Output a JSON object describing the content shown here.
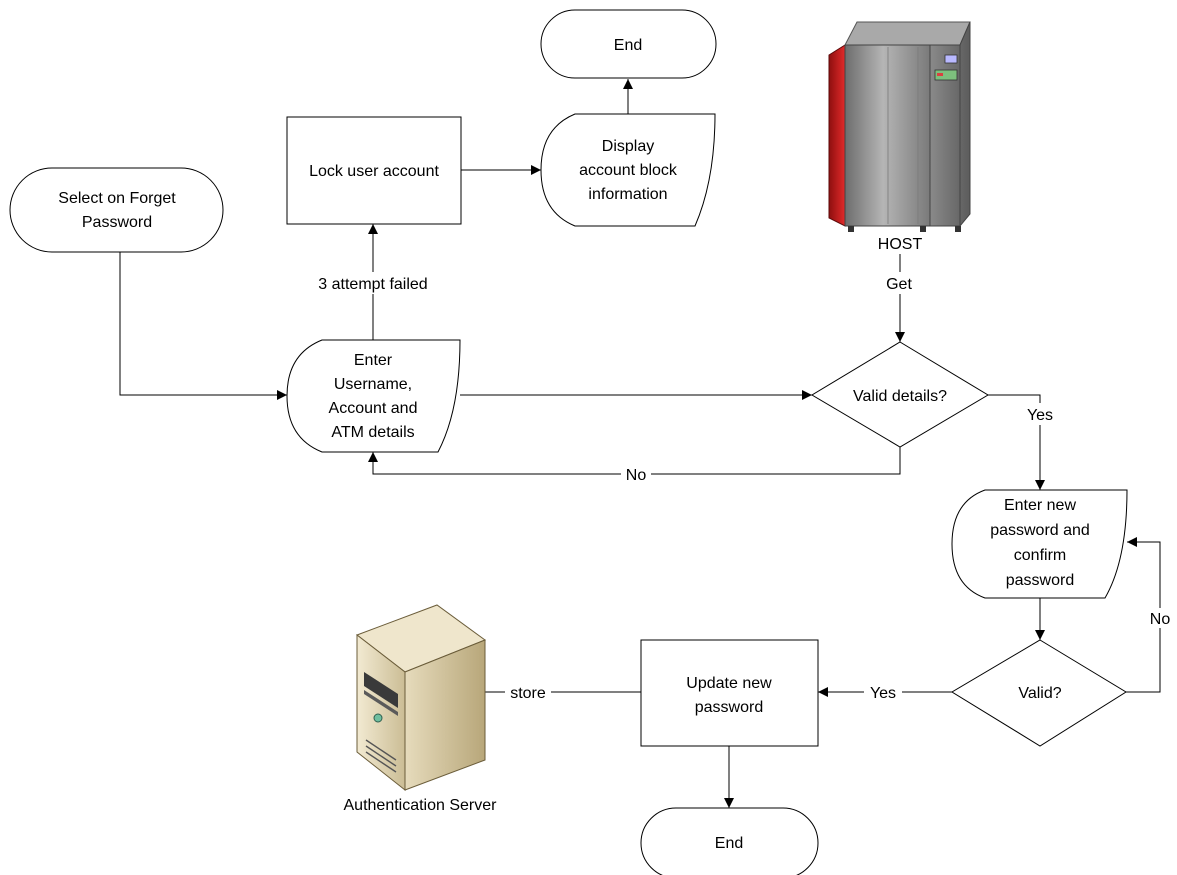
{
  "nodes": {
    "end_top": "End",
    "lock_account": "Lock user account",
    "display_block": [
      "Display",
      "account block",
      "information"
    ],
    "select_forget": [
      "Select on Forget",
      "Password"
    ],
    "enter_details": [
      "Enter",
      "Username,",
      "Account and",
      "ATM details"
    ],
    "valid_details": "Valid details?",
    "enter_new_password": [
      "Enter new",
      "password and",
      "confirm",
      "password"
    ],
    "valid": "Valid?",
    "update_password": [
      "Update new",
      "password"
    ],
    "end_bottom": "End",
    "host": "HOST",
    "auth_server": "Authentication Server"
  },
  "edge_labels": {
    "attempt_failed": "3 attempt failed",
    "get": "Get",
    "yes_1": "Yes",
    "no_1": "No",
    "no_2": "No",
    "yes_2": "Yes",
    "store": "store"
  },
  "colors": {
    "host_body": "#8c8c8c",
    "host_red": "#c81a1a",
    "server_body": "#d8cdb0"
  }
}
